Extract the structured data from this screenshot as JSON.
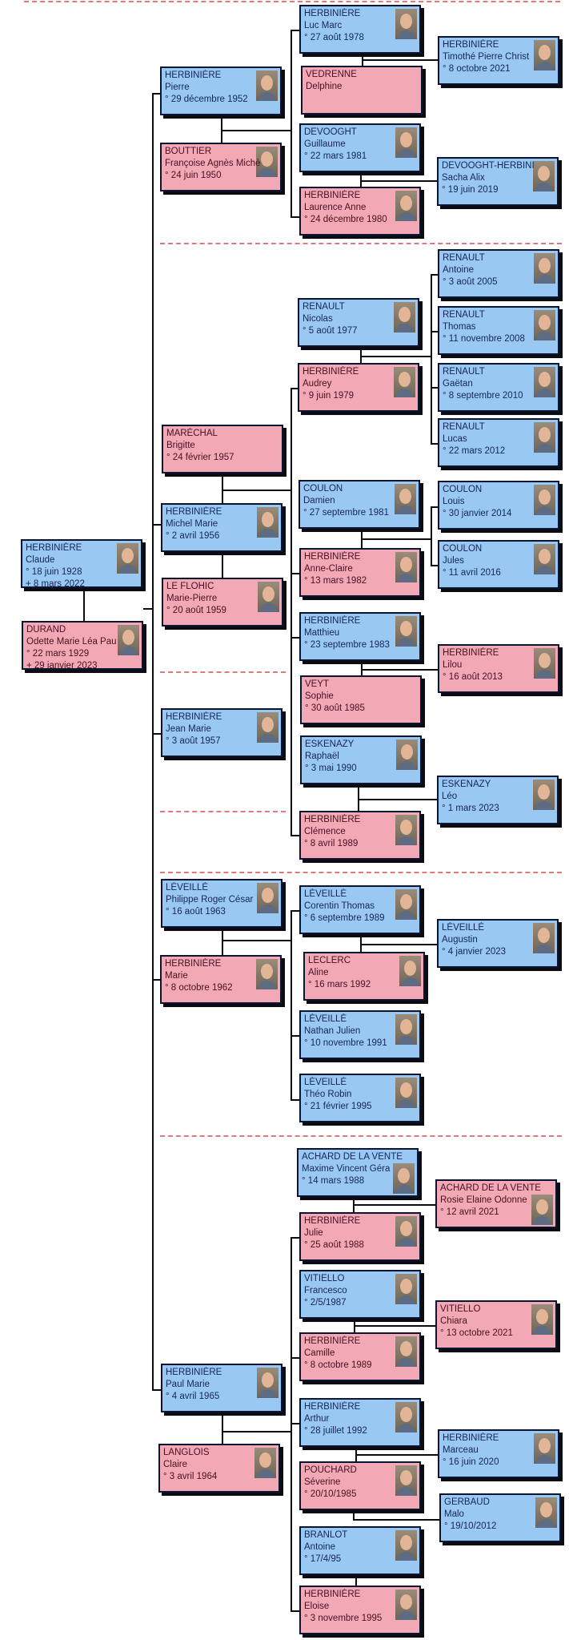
{
  "title": "Arbre généalogique HERBINIÈRE",
  "colors": {
    "male": "#99c8f2",
    "female": "#f2a9b5",
    "border": "#0b1430",
    "separator": "#e07a7a"
  },
  "persons": [
    {
      "surname": "HERBINIÈRE",
      "given": "Luc Marc",
      "birth": "° 27 août 1978",
      "sex": "m"
    },
    {
      "surname": "HERBINIÈRE",
      "given": "Timothé Pierre Christ",
      "birth": "° 8 octobre 2021",
      "sex": "m"
    },
    {
      "surname": "HERBINIÈRE",
      "given": "Pierre",
      "birth": "° 29 décembre 1952",
      "sex": "m"
    },
    {
      "surname": "VEDRENNE",
      "given": "Delphine",
      "sex": "f",
      "nophoto": true
    },
    {
      "surname": "BOUTTIER",
      "given": "Françoise Agnès Michè",
      "birth": "° 24 juin 1950",
      "sex": "f"
    },
    {
      "surname": "DEVOOGHT",
      "given": "Guillaume",
      "birth": "° 22 mars 1981",
      "sex": "m"
    },
    {
      "surname": "DEVOOGHT-HERBINI",
      "given": "Sacha Alix",
      "birth": "° 19 juin 2019",
      "sex": "m"
    },
    {
      "surname": "HERBINIÈRE",
      "given": "Laurence Anne",
      "birth": "° 24 décembre 1980",
      "sex": "f"
    },
    {
      "surname": "RENAULT",
      "given": "Antoine",
      "birth": "° 3 août 2005",
      "sex": "m"
    },
    {
      "surname": "RENAULT",
      "given": "Nicolas",
      "birth": "° 5 août 1977",
      "sex": "m"
    },
    {
      "surname": "RENAULT",
      "given": "Thomas",
      "birth": "° 11 novembre 2008",
      "sex": "m"
    },
    {
      "surname": "HERBINIÈRE",
      "given": "Audrey",
      "birth": "° 9 juin 1979",
      "sex": "f"
    },
    {
      "surname": "RENAULT",
      "given": "Gaëtan",
      "birth": "° 8 septembre 2010",
      "sex": "m"
    },
    {
      "surname": "RENAULT",
      "given": "Lucas",
      "birth": "° 22 mars 2012",
      "sex": "m"
    },
    {
      "surname": "MARÉCHAL",
      "given": "Brigitte",
      "birth": "° 24 février 1957",
      "sex": "f",
      "nophoto": true
    },
    {
      "surname": "COULON",
      "given": "Damien",
      "birth": "° 27 septembre 1981",
      "sex": "m"
    },
    {
      "surname": "COULON",
      "given": "Louis",
      "birth": "° 30 janvier 2014",
      "sex": "m"
    },
    {
      "surname": "HERBINIÈRE",
      "given": "Michel Marie",
      "birth": "° 2 avril 1956",
      "sex": "m"
    },
    {
      "surname": "HERBINIÈRE",
      "given": "Claude",
      "birth": "° 18 juin 1928",
      "death": "+ 8 mars 2022",
      "sex": "m"
    },
    {
      "surname": "HERBINIÈRE",
      "given": "Anne-Claire",
      "birth": "° 13 mars 1982",
      "sex": "f"
    },
    {
      "surname": "COULON",
      "given": "Jules",
      "birth": "° 11 avril 2016",
      "sex": "m"
    },
    {
      "surname": "LE FLOHIC",
      "given": "Marie-Pierre",
      "birth": "° 20 août 1959",
      "sex": "f"
    },
    {
      "surname": "DURAND",
      "given": "Odette Marie Léa Pau",
      "birth": "° 22 mars 1929",
      "death": "+ 29 janvier 2023",
      "sex": "f"
    },
    {
      "surname": "HERBINIÈRE",
      "given": "Matthieu",
      "birth": "° 23 septembre 1983",
      "sex": "m"
    },
    {
      "surname": "HERBINIÈRE",
      "given": "Lilou",
      "birth": "° 16 août 2013",
      "sex": "f"
    },
    {
      "surname": "VEYT",
      "given": "Sophie",
      "birth": "° 30 août 1985",
      "sex": "f",
      "nophoto": true
    },
    {
      "surname": "HERBINIÈRE",
      "given": "Jean Marie",
      "birth": "° 3 août 1957",
      "sex": "m"
    },
    {
      "surname": "ESKENAZY",
      "given": "Raphaël",
      "birth": "° 3 mai 1990",
      "sex": "m"
    },
    {
      "surname": "ESKENAZY",
      "given": "Léo",
      "birth": "° 1 mars 2023",
      "sex": "m"
    },
    {
      "surname": "HERBINIÈRE",
      "given": "Clémence",
      "birth": "° 8 avril 1989",
      "sex": "f"
    },
    {
      "surname": "LÉVEILLÉ",
      "given": "Philippe Roger César",
      "birth": "° 16 août 1963",
      "sex": "m"
    },
    {
      "surname": "LÉVEILLÉ",
      "given": "Corentin Thomas",
      "birth": "° 6 septembre 1989",
      "sex": "m"
    },
    {
      "surname": "LÉVEILLÉ",
      "given": "Augustin",
      "birth": "° 4 janvier 2023",
      "sex": "m"
    },
    {
      "surname": "HERBINIÈRE",
      "given": "Marie",
      "birth": "° 8 octobre 1962",
      "sex": "f"
    },
    {
      "surname": "LECLERC",
      "given": "Aline",
      "birth": "° 16 mars 1992",
      "sex": "f"
    },
    {
      "surname": "LÉVEILLÉ",
      "given": "Nathan Julien",
      "birth": "° 10 novembre 1991",
      "sex": "m"
    },
    {
      "surname": "LÉVEILLÉ",
      "given": "Théo Robin",
      "birth": "° 21 février 1995",
      "sex": "m"
    },
    {
      "surname": "ACHARD DE LA VENTE",
      "given": "Maxime Vincent Géra",
      "birth": "° 14 mars 1988",
      "sex": "m"
    },
    {
      "surname": "ACHARD DE LA VENTE",
      "given": "Rosie Elaine Odonne",
      "birth": "° 12 avril 2021",
      "sex": "f"
    },
    {
      "surname": "HERBINIÈRE",
      "given": "Julie",
      "birth": "° 25 août 1988",
      "sex": "f"
    },
    {
      "surname": "VITIELLO",
      "given": "Francesco",
      "birth": "° 2/5/1987",
      "sex": "m"
    },
    {
      "surname": "VITIELLO",
      "given": "Chiara",
      "birth": "° 13 octobre 2021",
      "sex": "f"
    },
    {
      "surname": "HERBINIÈRE",
      "given": "Camille",
      "birth": "° 8 octobre 1989",
      "sex": "f"
    },
    {
      "surname": "HERBINIÈRE",
      "given": "Paul Marie",
      "birth": "° 4 avril 1965",
      "sex": "m"
    },
    {
      "surname": "HERBINIÈRE",
      "given": "Arthur",
      "birth": "° 28 juillet 1992",
      "sex": "m"
    },
    {
      "surname": "HERBINIÈRE",
      "given": "Marceau",
      "birth": "° 16 juin 2020",
      "sex": "m"
    },
    {
      "surname": "LANGLOIS",
      "given": "Claire",
      "birth": "° 3 avril 1964",
      "sex": "f"
    },
    {
      "surname": "POUCHARD",
      "given": "Séverine",
      "birth": "° 20/10/1985",
      "sex": "f"
    },
    {
      "surname": "GERBAUD",
      "given": "Malo",
      "birth": "° 19/10/2012",
      "sex": "m"
    },
    {
      "surname": "BRANLOT",
      "given": "Antoine",
      "birth": "° 17/4/95",
      "sex": "m"
    },
    {
      "surname": "HERBINIÈRE",
      "given": "Eloise",
      "birth": "° 3 novembre 1995",
      "sex": "f"
    }
  ]
}
